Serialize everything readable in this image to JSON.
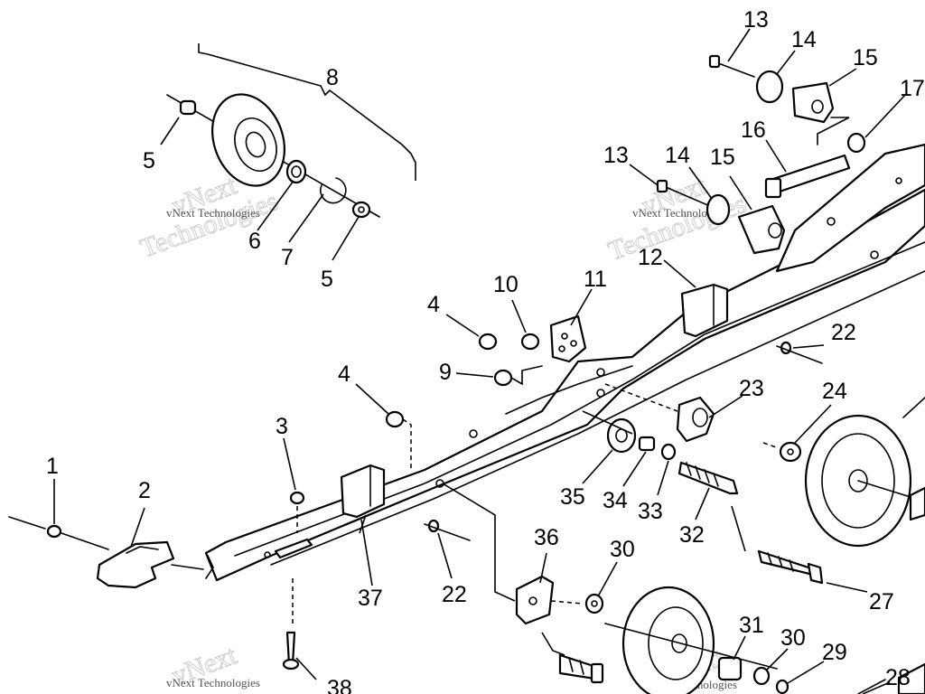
{
  "diagram": {
    "type": "exploded-parts-diagram",
    "callouts": [
      {
        "id": "c8",
        "label": "8"
      },
      {
        "id": "c5a",
        "label": "5"
      },
      {
        "id": "c6",
        "label": "6"
      },
      {
        "id": "c7",
        "label": "7"
      },
      {
        "id": "c5b",
        "label": "5"
      },
      {
        "id": "c13a",
        "label": "13"
      },
      {
        "id": "c14a",
        "label": "14"
      },
      {
        "id": "c15a",
        "label": "15"
      },
      {
        "id": "c17",
        "label": "17"
      },
      {
        "id": "c16",
        "label": "16"
      },
      {
        "id": "c13b",
        "label": "13"
      },
      {
        "id": "c14b",
        "label": "14"
      },
      {
        "id": "c15b",
        "label": "15"
      },
      {
        "id": "c12",
        "label": "12"
      },
      {
        "id": "c10",
        "label": "10"
      },
      {
        "id": "c11",
        "label": "11"
      },
      {
        "id": "c4a",
        "label": "4"
      },
      {
        "id": "c9",
        "label": "9"
      },
      {
        "id": "c4b",
        "label": "4"
      },
      {
        "id": "c22a",
        "label": "22"
      },
      {
        "id": "c23",
        "label": "23"
      },
      {
        "id": "c24",
        "label": "24"
      },
      {
        "id": "c3",
        "label": "3"
      },
      {
        "id": "c1",
        "label": "1"
      },
      {
        "id": "c2",
        "label": "2"
      },
      {
        "id": "c35",
        "label": "35"
      },
      {
        "id": "c34",
        "label": "34"
      },
      {
        "id": "c33",
        "label": "33"
      },
      {
        "id": "c32",
        "label": "32"
      },
      {
        "id": "c37",
        "label": "37"
      },
      {
        "id": "c22b",
        "label": "22"
      },
      {
        "id": "c36",
        "label": "36"
      },
      {
        "id": "c30a",
        "label": "30"
      },
      {
        "id": "c27",
        "label": "27"
      },
      {
        "id": "c31",
        "label": "31"
      },
      {
        "id": "c30b",
        "label": "30"
      },
      {
        "id": "c29",
        "label": "29"
      },
      {
        "id": "c28",
        "label": "28"
      },
      {
        "id": "c38",
        "label": "38"
      }
    ]
  },
  "watermark": {
    "brand_line1": "vNext",
    "brand_line2": "Technologies",
    "small": "vNext Technologies"
  }
}
